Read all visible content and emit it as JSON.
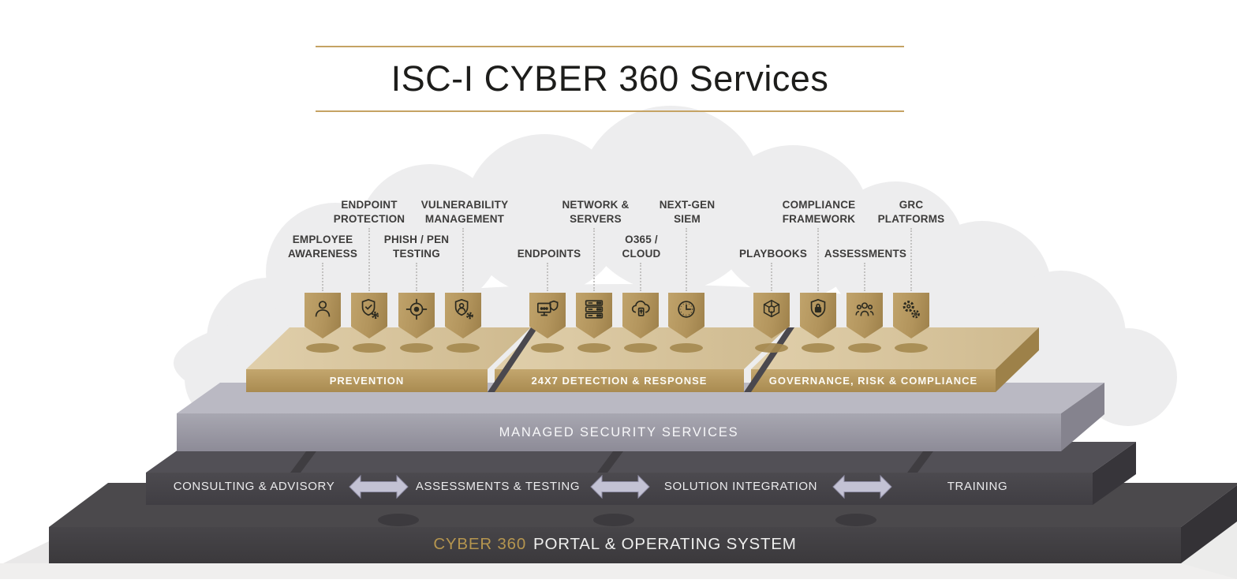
{
  "title": "ISC-I CYBER 360 Services",
  "platforms": [
    {
      "label": "PREVENTION",
      "items": [
        {
          "label": "EMPLOYEE AWARENESS",
          "icon": "person"
        },
        {
          "label": "ENDPOINT PROTECTION",
          "icon": "shield-check-gear"
        },
        {
          "label": "PHISH / PEN TESTING",
          "icon": "target-crosshair"
        },
        {
          "label": "VULNERABILITY MANAGEMENT",
          "icon": "shield-person-gear"
        }
      ]
    },
    {
      "label": "24X7 DETECTION & RESPONSE",
      "items": [
        {
          "label": "ENDPOINTS",
          "icon": "monitor-shield"
        },
        {
          "label": "NETWORK & SERVERS",
          "icon": "server-stack"
        },
        {
          "label": "O365 / CLOUD",
          "icon": "cloud-upload"
        },
        {
          "label": "NEXT-GEN SIEM",
          "icon": "clock"
        }
      ]
    },
    {
      "label": "GOVERNANCE, RISK & COMPLIANCE",
      "items": [
        {
          "label": "PLAYBOOKS",
          "icon": "cube-wireframe"
        },
        {
          "label": "COMPLIANCE FRAMEWORK",
          "icon": "shield-lock"
        },
        {
          "label": "ASSESSMENTS",
          "icon": "people-group"
        },
        {
          "label": "GRC PLATFORMS",
          "icon": "gears"
        }
      ]
    }
  ],
  "managed_layer": {
    "label": "MANAGED SECURITY SERVICES"
  },
  "services_layer": {
    "items": [
      "CONSULTING & ADVISORY",
      "ASSESSMENTS & TESTING",
      "SOLUTION INTEGRATION",
      "TRAINING"
    ]
  },
  "portal_layer": {
    "brand": "CYBER 360",
    "label": "PORTAL & OPERATING SYSTEM"
  },
  "colors": {
    "gold_accent": "#c5a364",
    "badge_gold": "#b2945c",
    "platform_top": "#d7c49d",
    "platform_front": "#b59861",
    "gray_layer": "#9b99a5",
    "dark_layer": "#454349",
    "portal_layer": "#424043",
    "arrow_fill": "#c3c2d4",
    "label_text": "#3d3c3b",
    "cloud": "#ededee"
  }
}
